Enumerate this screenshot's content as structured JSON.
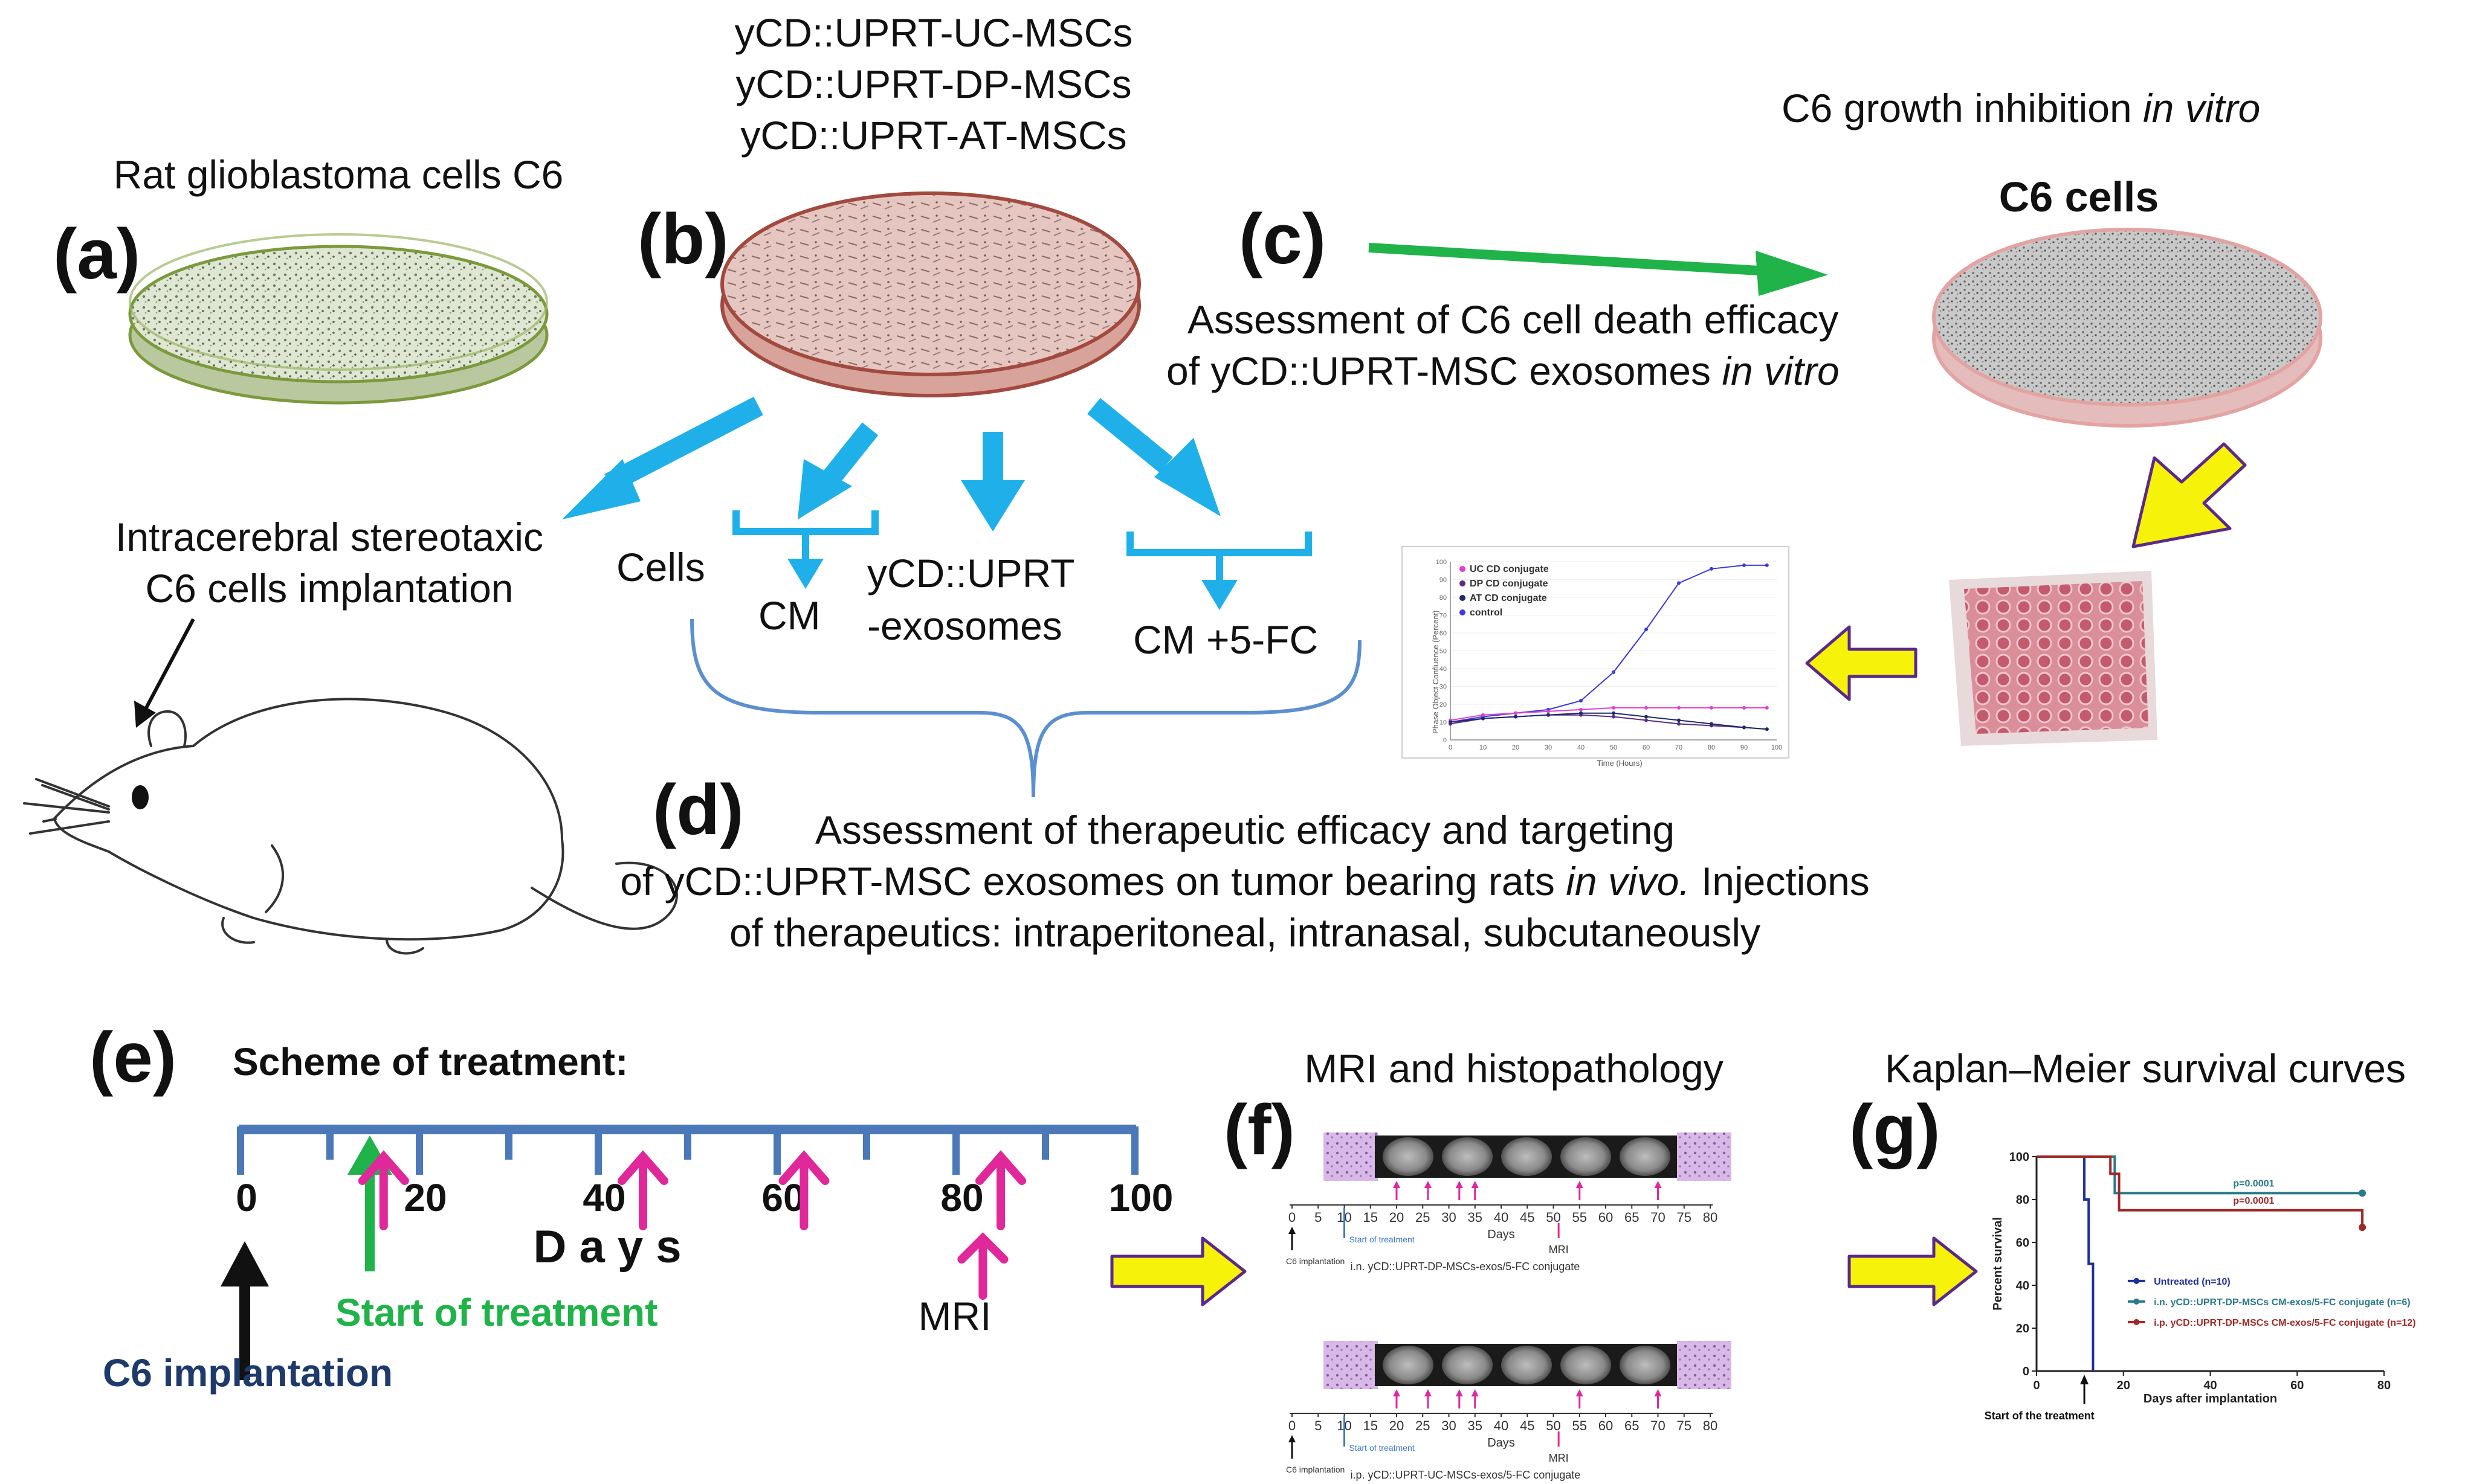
{
  "panel_labels": {
    "a": "(a)",
    "b": "(b)",
    "c": "(c)",
    "d": "(d)",
    "e": "(e)",
    "f": "(f)",
    "g": "(g)"
  },
  "a": {
    "title": "Rat glioblastoma cells C6",
    "implant_line1": "Intracerebral stereotaxic",
    "implant_line2": "C6 cells implantation"
  },
  "b": {
    "line1": "yCD::UPRT-UC-MSCs",
    "line2": "yCD::UPRT-DP-MSCs",
    "line3": "yCD::UPRT-AT-MSCs",
    "outputs": {
      "cells": "Cells",
      "cm": "CM",
      "exo1": "yCD::UPRT",
      "exo2": "-exosomes",
      "cm5fc": "CM +5-FC"
    }
  },
  "c": {
    "title_plain": "C6 growth inhibition ",
    "title_italic": "in vitro",
    "dish_label": "C6 cells",
    "assess1": "Assessment of C6 cell death efficacy",
    "assess2_plain": "of yCD::UPRT-MSC exosomes  ",
    "assess2_italic": "in vitro"
  },
  "mini_chart": {
    "legend": [
      "UC CD conjugate",
      "DP CD conjugate",
      "AT CD conjugate",
      "control"
    ],
    "ylabel": "Phase Object Confluence (Percent)",
    "xlabel": "Time (Hours)",
    "xticks": [
      "0",
      "10",
      "20",
      "30",
      "40",
      "50",
      "60",
      "70",
      "80",
      "90",
      "100"
    ],
    "yticks": [
      "0",
      "10",
      "20",
      "30",
      "40",
      "50",
      "60",
      "70",
      "80",
      "90",
      "100"
    ],
    "colors": {
      "uc": "#e040d0",
      "dp": "#5a2d82",
      "at": "#1f2a6b",
      "control": "#3a3adf"
    }
  },
  "d": {
    "line1": "Assessment of therapeutic efficacy and targeting",
    "line2_plain": "of yCD::UPRT-MSC exosomes on tumor bearing rats ",
    "line2_italic": "in vivo.",
    "line2_tail": " Injections",
    "line3": "of therapeutics: intraperitoneal, intranasal, subcutaneously"
  },
  "e": {
    "scheme": "Scheme of treatment",
    "scheme_colon": ":",
    "ticks": [
      "0",
      "20",
      "40",
      "60",
      "80",
      "100"
    ],
    "days": "D a y s",
    "mri": "MRI",
    "start": "Start of treatment",
    "implant": "C6 implantation",
    "colors": {
      "line": "#4a78b8",
      "start": "#1fb34a",
      "inject": "#e0289a",
      "implant": "#1d3a6b"
    }
  },
  "f": {
    "title": "MRI and histopathology",
    "ticks": [
      "0",
      "5",
      "10",
      "15",
      "20",
      "25",
      "30",
      "35",
      "40",
      "45",
      "50",
      "55",
      "60",
      "65",
      "70",
      "75",
      "80"
    ],
    "days": "Days",
    "mri": "MRI",
    "start": "Start of treatment",
    "implant": "C6 implantation",
    "caption1": "i.n. yCD::UPRT-DP-MSCs-exos/5-FC conjugate",
    "caption2": "i.p. yCD::UPRT-UC-MSCs-exos/5-FC conjugate"
  },
  "g": {
    "title": "Kaplan–Meier survival curves",
    "ylabel": "Percent survival",
    "xlabel": "Days after implantation",
    "start": "Start of the treatment",
    "p1": "p=0.0001",
    "p2": "p=0.0001",
    "legend": [
      "Untreated (n=10)",
      "i.n. yCD::UPRT-DP-MSCs CM-exos/5-FC conjugate (n=6)",
      "i.p. yCD::UPRT-DP-MSCs CM-exos/5-FC conjugate (n=12)"
    ],
    "xticks": [
      "0",
      "20",
      "40",
      "60",
      "80"
    ],
    "yticks": [
      "0",
      "20",
      "40",
      "60",
      "80",
      "100"
    ],
    "colors": {
      "untreated": "#1f2f9a",
      "in": "#2a7a8a",
      "ip": "#a02828"
    }
  },
  "colors": {
    "arrow_blue": "#1fb0ea",
    "arrow_yellow": "#f7f20a",
    "arrow_green": "#1fb34a",
    "brace": "#5b8fd0"
  }
}
